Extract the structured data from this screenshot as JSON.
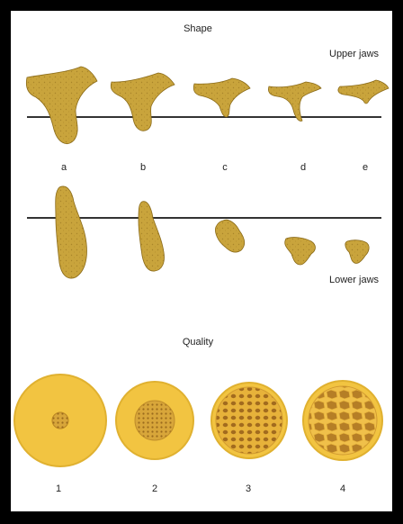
{
  "titles": {
    "shape": "Shape",
    "quality": "Quality",
    "upper_jaws": "Upper jaws",
    "lower_jaws": "Lower jaws"
  },
  "shape_labels": [
    "a",
    "b",
    "c",
    "d",
    "e"
  ],
  "quality_labels": [
    "1",
    "2",
    "3",
    "4"
  ],
  "colors": {
    "bone": "#c9a43c",
    "bone_dark": "#8a6a18",
    "cortex": "#f2c441",
    "cortex_edge": "#e0b130",
    "line": "#333333",
    "frame": "#000000",
    "background": "#ffffff"
  }
}
